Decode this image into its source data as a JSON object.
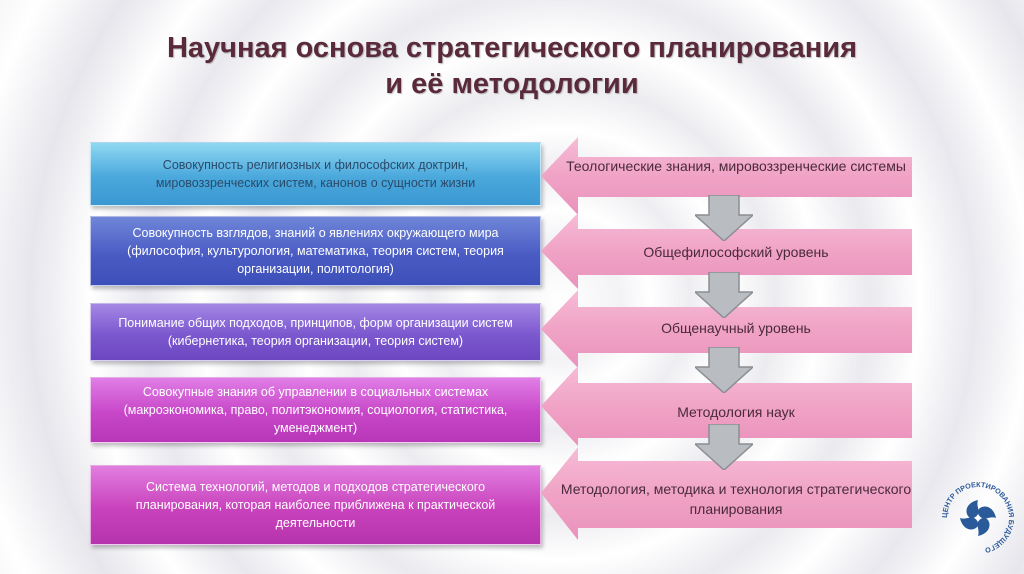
{
  "title": {
    "line1": "Научная основа стратегического планирования",
    "line2": "и её методологии"
  },
  "left_boxes": [
    "Совокупность религиозных и философских доктрин, мировоззренческих систем, канонов о сущности жизни",
    "Совокупность взглядов, знаний о явлениях окружающего мира (философия, культурология, математика, теория систем, теория организации, политология)",
    "Понимание общих подходов, принципов, форм организации систем (кибернетика, теория организации, теория систем)",
    "Совокупные знания об управлении в социальных системах (макроэкономика, право, политэкономия, социология, статистика, уменеджмент)",
    "Система технологий, методов и подходов стратегического планирования, которая наиболее приближена к практической деятельности"
  ],
  "levels": [
    "Теологические знания, мировоззренческие системы",
    "Общефилософский уровень",
    "Общенаучный уровень",
    "Методология наук",
    "Методология, методика и технология стратегического планирования"
  ],
  "logo": {
    "text": "ЦЕНТР ПРОЕКТИРОВАНИЯ БУДУЩЕГО"
  },
  "colors": {
    "title": "#5a2a3a",
    "pink": "#f2a6c8",
    "pink_dark": "#e98cb6",
    "arrow_gray": "#b9bcc0"
  }
}
